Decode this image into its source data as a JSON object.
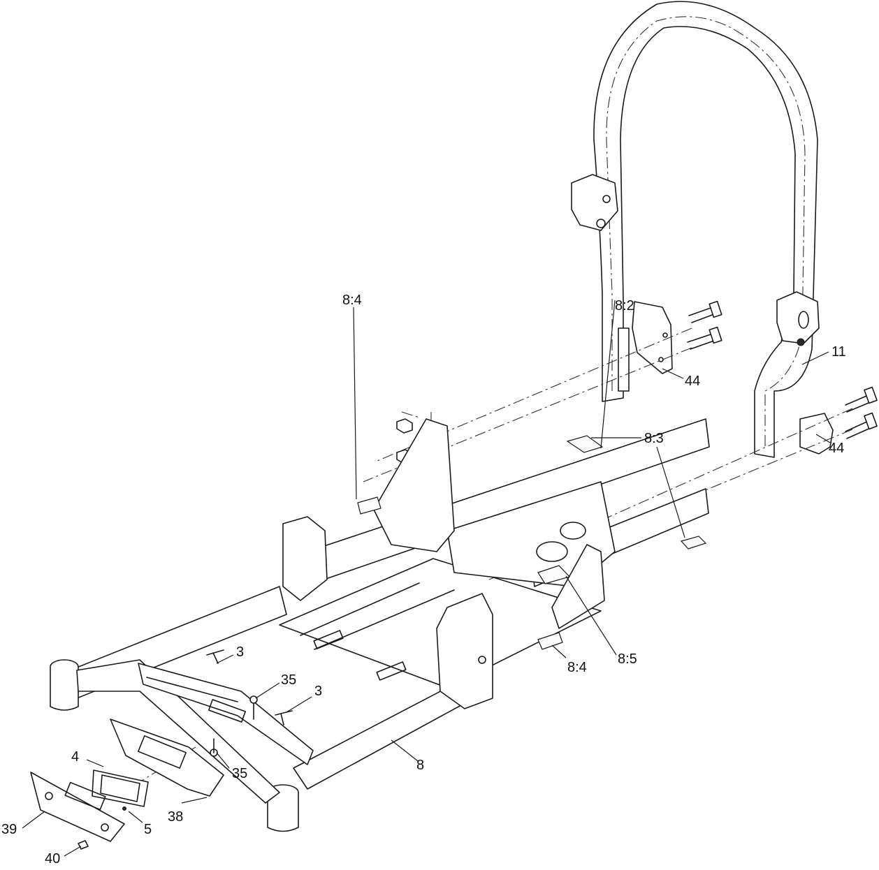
{
  "diagram": {
    "callouts": [
      {
        "id": "c-11",
        "label": "11"
      },
      {
        "id": "c-44a",
        "label": "44"
      },
      {
        "id": "c-44b",
        "label": "44"
      },
      {
        "id": "c-83",
        "label": "8:3"
      },
      {
        "id": "c-82",
        "label": "8:2"
      },
      {
        "id": "c-84a",
        "label": "8:4"
      },
      {
        "id": "c-84b",
        "label": "8:4"
      },
      {
        "id": "c-85",
        "label": "8:5"
      },
      {
        "id": "c-8",
        "label": "8"
      },
      {
        "id": "c-3a",
        "label": "3"
      },
      {
        "id": "c-3b",
        "label": "3"
      },
      {
        "id": "c-35a",
        "label": "35"
      },
      {
        "id": "c-35b",
        "label": "35"
      },
      {
        "id": "c-4",
        "label": "4"
      },
      {
        "id": "c-5",
        "label": "5"
      },
      {
        "id": "c-38",
        "label": "38"
      },
      {
        "id": "c-39",
        "label": "39"
      },
      {
        "id": "c-40",
        "label": "40"
      }
    ]
  }
}
